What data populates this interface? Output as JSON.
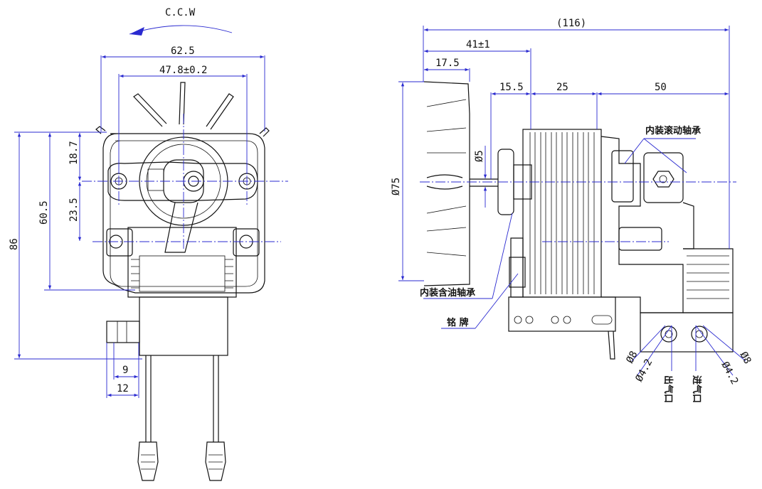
{
  "colors": {
    "dimension": "#2a2ad0",
    "outline": "#111111",
    "background": "#ffffff"
  },
  "front_view": {
    "rotation": "C.C.W",
    "dims": {
      "width_total": "62.5",
      "hole_spacing": "47.8±0.2",
      "height_total": "86",
      "height_holes": "60.5",
      "upper": "18.7",
      "lower": "23.5",
      "lead_9": "9",
      "lead_12": "12"
    }
  },
  "side_view": {
    "dims": {
      "overall": "(116)",
      "fan_to_face": "41±1",
      "fan_depth": "17.5",
      "gap": "15.5",
      "stack": "25",
      "rear": "50",
      "fan_dia": "Ø75",
      "shaft_dia": "Ø5",
      "port_outer_left": "Ø8",
      "port_inner_left": "Ø4.2",
      "port_inner_right": "Ø4.2",
      "port_outer_right": "Ø8"
    },
    "labels": {
      "rolling_bearing": "内装滚动轴承",
      "oil_bearing": "内装含油轴承",
      "nameplate": "铭 牌",
      "outlet": "出气口",
      "inlet": "进气口"
    }
  }
}
